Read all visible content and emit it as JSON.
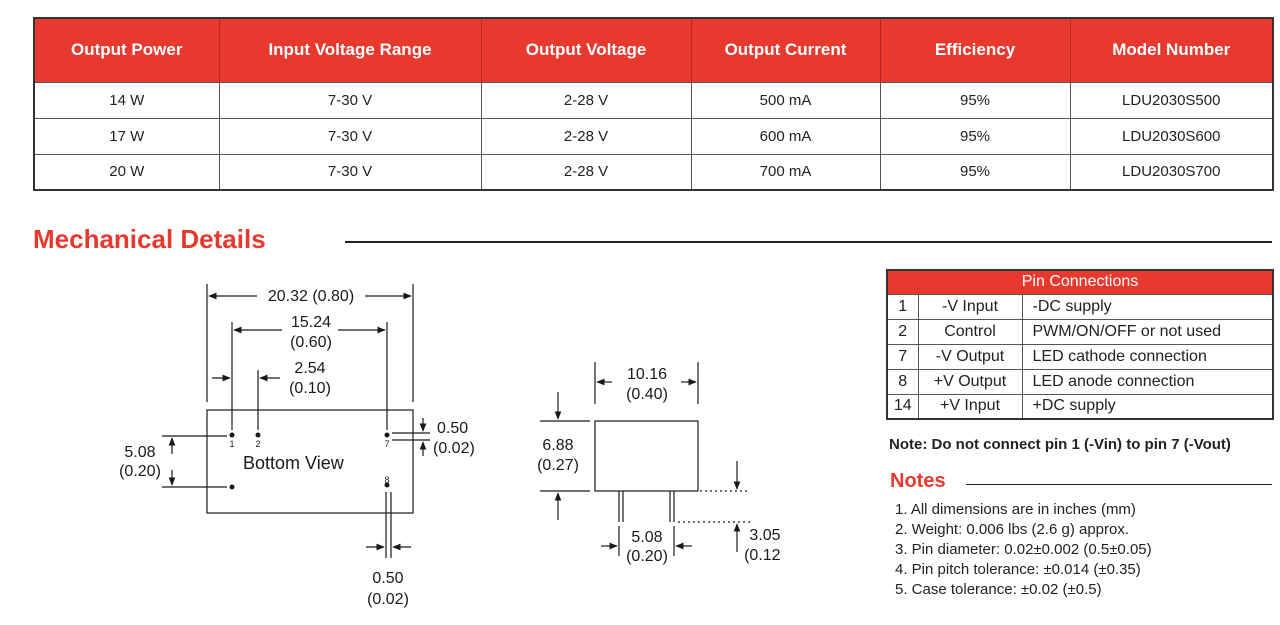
{
  "spec_table": {
    "headers": [
      "Output Power",
      "Input Voltage Range",
      "Output Voltage",
      "Output Current",
      "Efficiency",
      "Model Number"
    ],
    "rows": [
      [
        "14 W",
        "7-30 V",
        "2-28 V",
        "500 mA",
        "95%",
        "LDU2030S500"
      ],
      [
        "17 W",
        "7-30 V",
        "2-28 V",
        "600 mA",
        "95%",
        "LDU2030S600"
      ],
      [
        "20 W",
        "7-30 V",
        "2-28 V",
        "700 mA",
        "95%",
        "LDU2030S700"
      ]
    ]
  },
  "mechanical": {
    "title": "Mechanical Details",
    "bottom_view": {
      "label": "Bottom  View",
      "pin_labels": [
        "1",
        "2",
        "7",
        "8"
      ],
      "dim_width": "20.32 (0.80)",
      "dim_pitch_main": "15.24",
      "dim_pitch_main_in": "(0.60)",
      "dim_pitch_small": "2.54",
      "dim_pitch_small_in": "(0.10)",
      "dim_pin_offset": "0.50",
      "dim_pin_offset_in": "(0.02)",
      "dim_height": "5.08",
      "dim_height_in": "(0.20)",
      "dim_pin_width": "0.50",
      "dim_pin_width_in": "(0.02)"
    },
    "side_view": {
      "dim_depth": "10.16",
      "dim_depth_in": "(0.40)",
      "dim_body_height": "6.88",
      "dim_body_height_in": "(0.27)",
      "dim_pin_spacing": "5.08",
      "dim_pin_spacing_in": "(0.20)",
      "dim_pin_length": "3.05",
      "dim_pin_length_in": "(0.12)"
    }
  },
  "pin_connections": {
    "title": "Pin Connections",
    "rows": [
      {
        "pin": "1",
        "name": "-V Input",
        "function": "-DC supply"
      },
      {
        "pin": "2",
        "name": "Control",
        "function": "PWM/ON/OFF or not used"
      },
      {
        "pin": "7",
        "name": "-V Output",
        "function": "LED cathode connection"
      },
      {
        "pin": "8",
        "name": "+V Output",
        "function": "LED anode connection"
      },
      {
        "pin": "14",
        "name": "+V Input",
        "function": "+DC supply"
      }
    ],
    "note": "Note: Do not connect pin 1 (-Vin) to pin 7 (-Vout)"
  },
  "notes": {
    "title": "Notes",
    "items": [
      "1. All dimensions are in inches (mm)",
      "2. Weight: 0.006 lbs (2.6 g) approx.",
      "3. Pin diameter: 0.02±0.002 (0.5±0.05)",
      "4. Pin pitch tolerance: ±0.014 (±0.35)",
      "5. Case tolerance: ±0.02 (±0.5)"
    ]
  }
}
